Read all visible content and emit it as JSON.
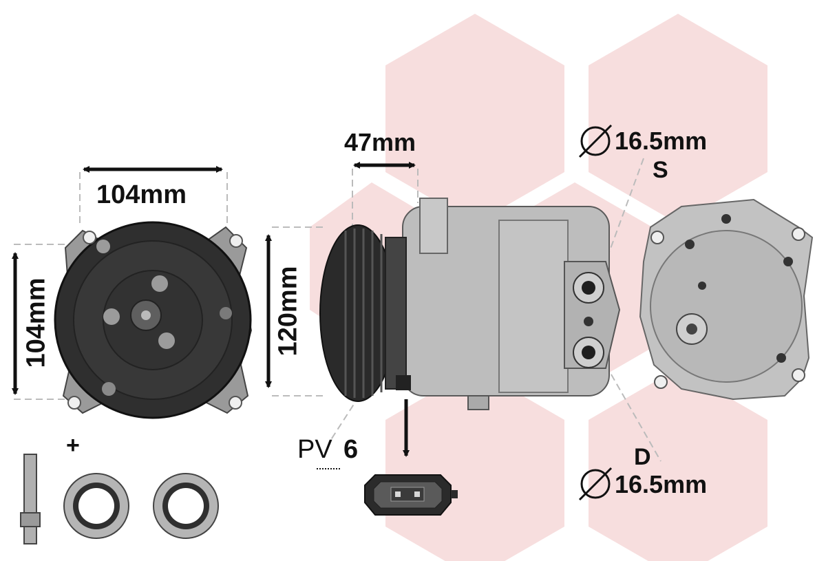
{
  "labels": {
    "front_width": "104mm",
    "front_height": "104mm",
    "body_height": "120mm",
    "pulley_depth": "47mm",
    "suction_diameter": "16.5mm",
    "suction_port": "S",
    "discharge_diameter": "16.5mm",
    "discharge_port": "D",
    "belt_prefix": "PV",
    "belt_ribs": "6",
    "accessories": "+"
  },
  "colors": {
    "watermark": "#f6dcdc",
    "text": "#111111",
    "clutch": "#3a3a3a",
    "housing": "#b9b9b9"
  },
  "icons": [
    "diameter-icon",
    "arrow-icon",
    "connector-icon"
  ]
}
